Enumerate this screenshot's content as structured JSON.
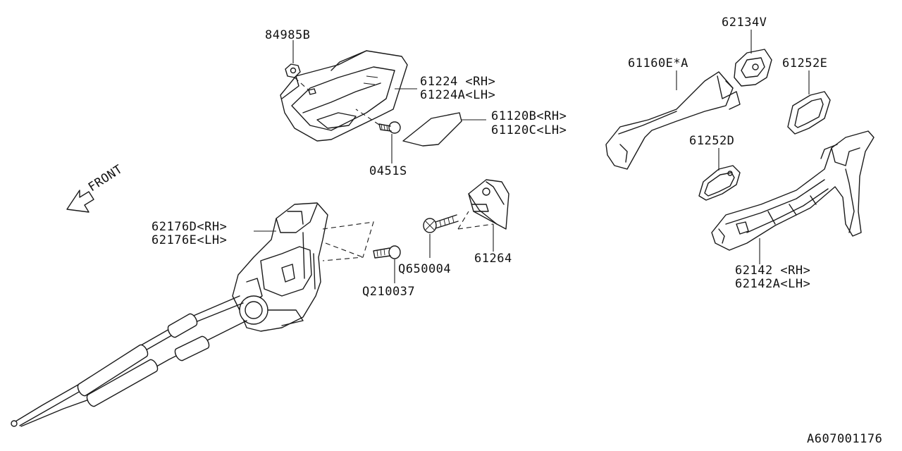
{
  "diagram_id": "A607001176",
  "front_indicator": "FRONT",
  "labels": {
    "p84985b": "84985B",
    "p61224": "61224  <RH>",
    "p61224a": "61224A<LH>",
    "p61120b": "61120B<RH>",
    "p61120c": "61120C<LH>",
    "p0451s": "0451S",
    "p62176d": "62176D<RH>",
    "p62176e": "62176E<LH>",
    "pq210037": "Q210037",
    "pq650004": "Q650004",
    "p61264": "61264",
    "p61160e": "61160E*A",
    "p62134v": "62134V",
    "p61252e": "61252E",
    "p61252d": "61252D",
    "p62142": "62142  <RH>",
    "p62142a": "62142A<LH>"
  }
}
